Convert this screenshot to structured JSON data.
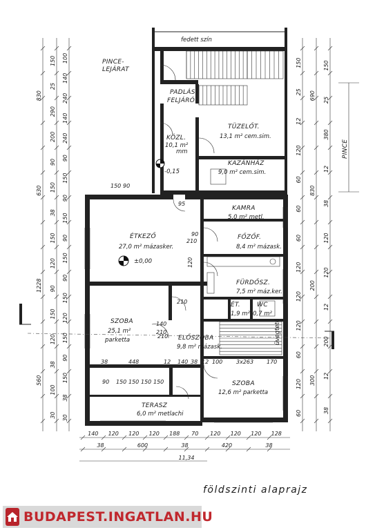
{
  "title": "földszinti alaprajz",
  "header_note": "fedett szín",
  "rooms": {
    "pince_lejarat": [
      "PINCE-",
      "LEJÁRAT"
    ],
    "padlas_feljaro": [
      "PADLÁS-",
      "FELJÁRÓ"
    ],
    "tuzelot": {
      "name": "TÜZELŐT.",
      "area": "13,1 m² cem.sim."
    },
    "kozl": {
      "name": "KÖZL.",
      "area": "10,1 m²",
      "extra": "mm",
      "level": "-0,15"
    },
    "kazanhaz": {
      "name": "KAZÁNHÁZ",
      "area": "9,0 m² cem.sim."
    },
    "kamra": {
      "name": "KAMRA",
      "area": "5,0 m² metl."
    },
    "etkezo": {
      "name": "ÉTKEZŐ",
      "area": "27,0 m² mázasker.",
      "level": "±0,00"
    },
    "fozof": {
      "name": "FŐZŐF.",
      "area": "8,4 m² mázask."
    },
    "furdosz": {
      "name": "FÜRDŐSZ.",
      "area": "7,5 m² máz.ker."
    },
    "et": {
      "name": "ÉT.",
      "area": "1,9 m²"
    },
    "wc": {
      "name": "WC",
      "area": "0,7 m²"
    },
    "szoba1": {
      "name": "SZOBA",
      "area": "25,1 m²",
      "floor": "parketta"
    },
    "eloszoba": {
      "name": "ELŐSZOBA",
      "area": "9,8 m² mázask."
    },
    "szoba2": {
      "name": "SZOBA",
      "area": "12,6 m² parketta"
    },
    "terasz": {
      "name": "TERASZ",
      "area": "6,0 m² metlachi"
    },
    "pince": "PINCE",
    "uvegteto": "üvegtető"
  },
  "left_dims_outer": [
    "830",
    "630",
    "1228",
    "560"
  ],
  "left_dims_mid": [
    "150",
    "25",
    "290",
    "200",
    "90",
    "150",
    "38",
    "150",
    "120",
    "90",
    "150",
    "120",
    "38",
    "100",
    "30"
  ],
  "left_dims_inner": [
    "100",
    "140",
    "240",
    "140",
    "240",
    "90",
    "150",
    "90",
    "150",
    "90",
    "150",
    "90",
    "150",
    "120",
    "150",
    "90",
    "150",
    "38",
    "30"
  ],
  "right_dims_outer": [
    "690",
    "830",
    "200",
    "300"
  ],
  "right_dims_mid": [
    "150",
    "25",
    "380",
    "12",
    "38",
    "120",
    "120",
    "12",
    "200",
    "12",
    "38"
  ],
  "right_dims_inner": [
    "150",
    "25",
    "12",
    "120",
    "60",
    "60",
    "60",
    "120",
    "120",
    "120",
    "60",
    "120",
    "60"
  ],
  "bottom_dims_1": [
    "140",
    "120",
    "120",
    "120",
    "188",
    "70",
    "120",
    "120",
    "120",
    "128"
  ],
  "bottom_dims_2": [
    "38",
    "600",
    "38",
    "420",
    "38"
  ],
  "bottom_total": "11,34",
  "inner_dims": [
    "448",
    "38",
    "12",
    "140",
    "38",
    "12",
    "100",
    "3x263",
    "170",
    "210",
    "210",
    "140",
    "95",
    "210",
    "90",
    "120",
    "90",
    "150",
    "150",
    "150",
    "150",
    "150",
    "90",
    "210"
  ],
  "watermark": "BUDAPEST.INGATLAN.HU"
}
